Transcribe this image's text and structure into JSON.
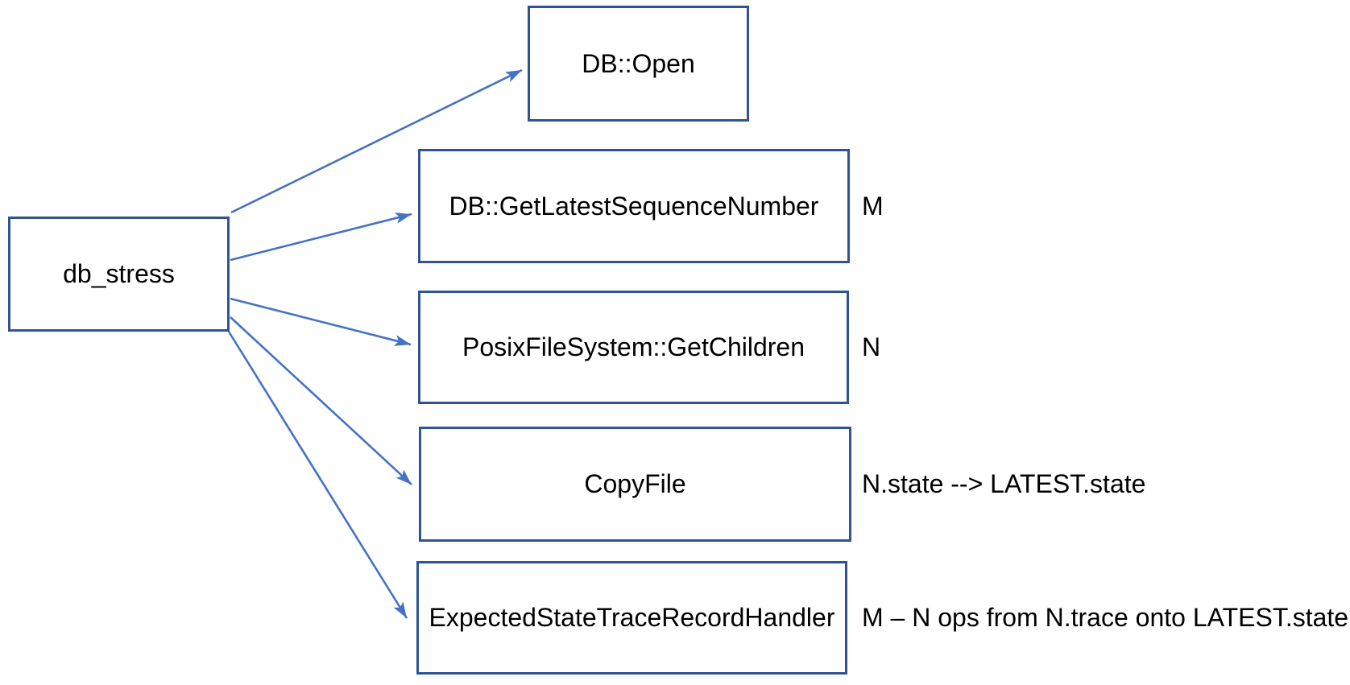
{
  "diagram": {
    "source": {
      "label": "db_stress"
    },
    "targets": [
      {
        "label": "DB::Open",
        "annotation": ""
      },
      {
        "label": "DB::GetLatestSequenceNumber",
        "annotation": "M"
      },
      {
        "label": "PosixFileSystem::GetChildren",
        "annotation": "N"
      },
      {
        "label": "CopyFile",
        "annotation": "N.state --> LATEST.state"
      },
      {
        "label": "ExpectedStateTraceRecordHandler",
        "annotation": "M – N ops from N.trace onto LATEST.state"
      }
    ],
    "colors": {
      "box_border": "#2F5496",
      "arrow": "#4472C4",
      "text": "#000000",
      "background": "#FFFFFF"
    }
  }
}
